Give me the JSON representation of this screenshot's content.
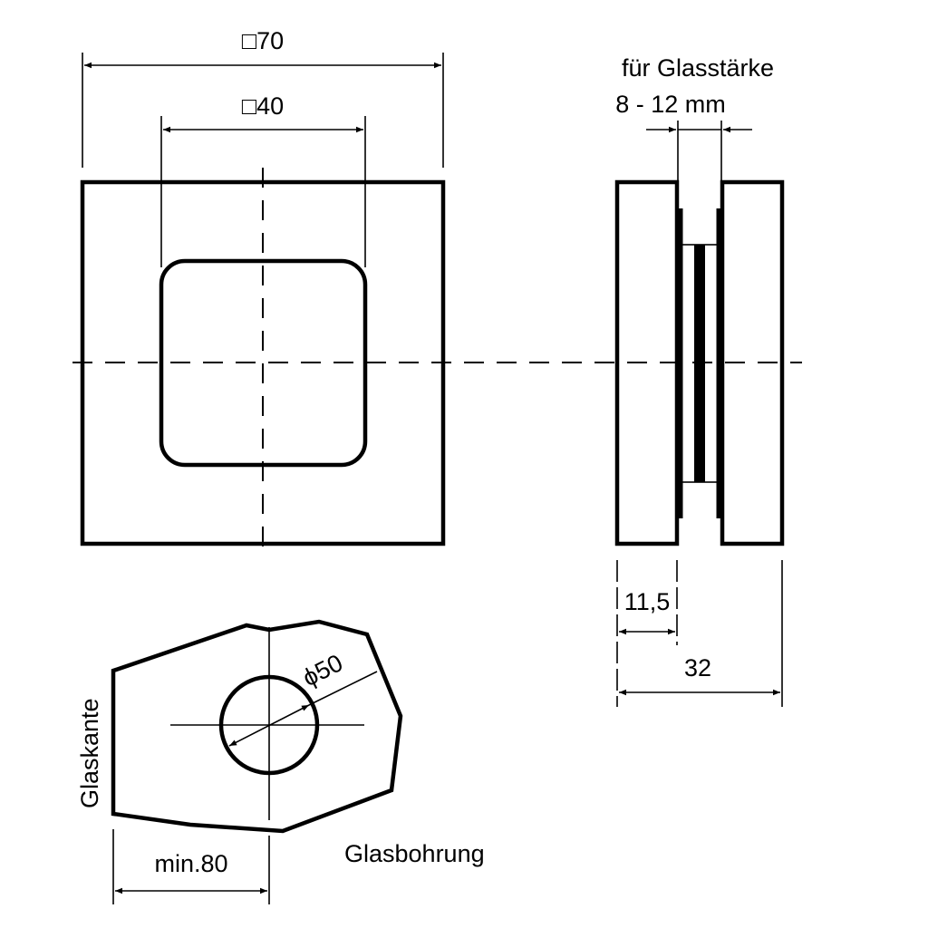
{
  "front_view": {
    "outer_dimension": "□70",
    "inner_dimension": "□40"
  },
  "side_view": {
    "glass_label_line1": "für Glasstärke",
    "glass_label_line2": "8 - 12 mm",
    "plate_thickness": "11,5",
    "total_thickness": "32"
  },
  "glass_hole": {
    "diameter": "ϕ50",
    "edge_label": "Glaskante",
    "edge_distance": "min.80",
    "hole_label": "Glasbohrung"
  }
}
